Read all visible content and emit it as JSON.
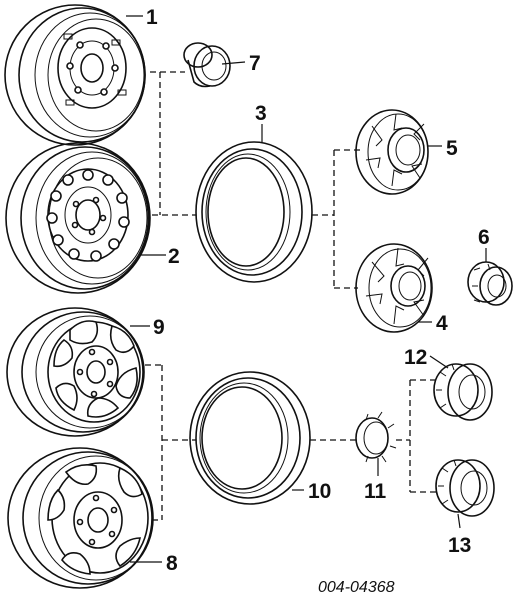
{
  "callouts": {
    "c1": "1",
    "c2": "2",
    "c3": "3",
    "c4": "4",
    "c5": "5",
    "c6": "6",
    "c7": "7",
    "c8": "8",
    "c9": "9",
    "c10": "10",
    "c11": "11",
    "c12": "12",
    "c13": "13"
  },
  "diagram_code": "004-04368"
}
